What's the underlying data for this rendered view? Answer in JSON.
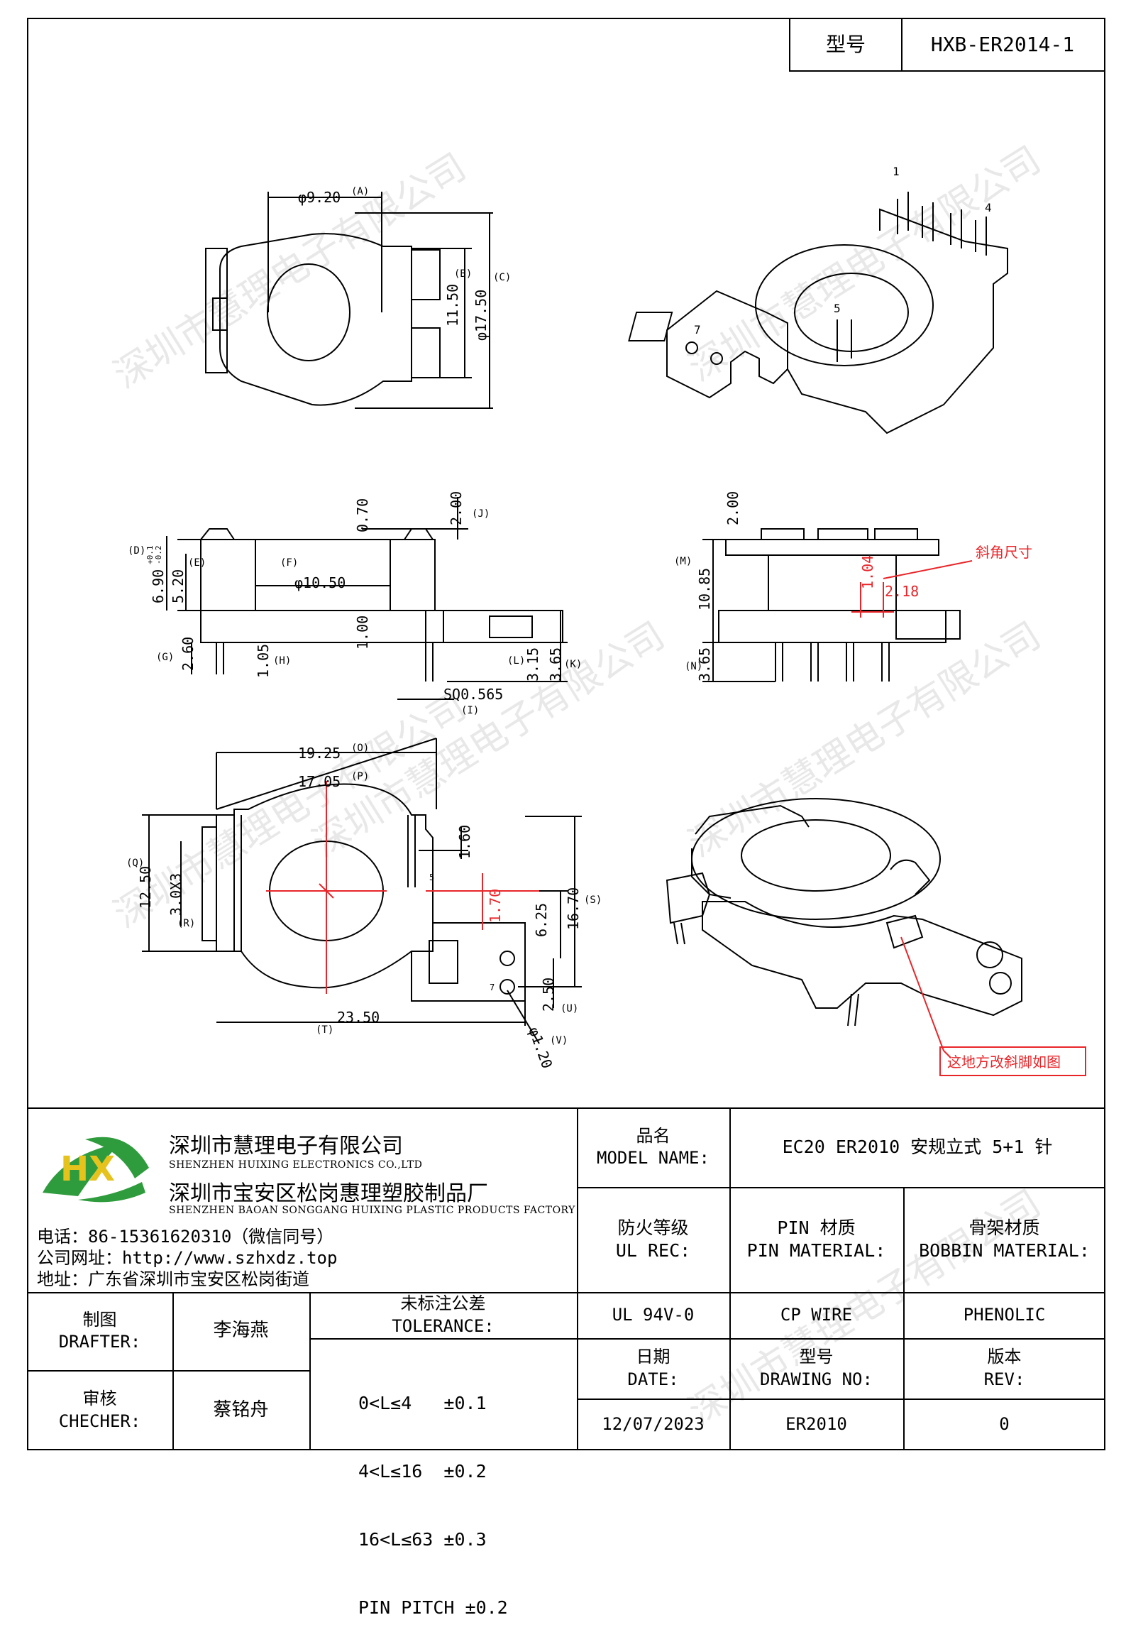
{
  "model_box": {
    "label": "型号",
    "value": "HXB-ER2014-1"
  },
  "drawing": {
    "top_view": {
      "d_a": "φ9.20",
      "tag_a": "(A)",
      "d_b": "11.50",
      "tag_b": "(B)",
      "d_c": "φ17.50",
      "tag_c": "(C)"
    },
    "side_view": {
      "d_d": "6.90",
      "tol_d_up": "+0.1",
      "tol_d_dn": "-0.2",
      "tag_d": "(D)",
      "d_e": "5.20",
      "tag_e": "(E)",
      "tag_f": "(F)",
      "d_f": "φ10.50",
      "d_g": "2.60",
      "tag_g": "(G)",
      "d_h": "1.05",
      "tag_h": "(H)",
      "d_i": "SQ0.565",
      "tag_i": "(I)",
      "d_070": "0.70",
      "d_100": "1.00",
      "d_j": "2.00",
      "tag_j": "(J)",
      "d_l": "3.15",
      "tag_l": "(L)",
      "d_k": "3.65",
      "tag_k": "(K)"
    },
    "front_view": {
      "d_m": "10.85",
      "tag_m": "(M)",
      "d_200": "2.00",
      "d_n": "3.65",
      "tag_n": "(N)",
      "d_104": "1.04",
      "d_218": "2.18",
      "chamfer_note": "斜角尺寸"
    },
    "bottom_view": {
      "d_o": "19.25",
      "tag_o": "(O)",
      "d_p": "17.05",
      "tag_p": "(P)",
      "d_q": "12.50",
      "tag_q": "(Q)",
      "d_r": "3.0X3",
      "tag_r": "(R)",
      "d_160": "1.60",
      "d_170": "1.70",
      "d_625": "6.25",
      "d_s": "16.70",
      "tag_s": "(S)",
      "d_t": "23.50",
      "tag_t": "(T)",
      "d_u": "2.50",
      "tag_u": "(U)",
      "d_v": "φ1.20",
      "tag_v": "(V)",
      "pin5": "5",
      "pin7": "7"
    },
    "iso_top": {
      "pin1": "1",
      "pin4": "4",
      "pin5": "5",
      "pin7": "7"
    },
    "iso_bottom": {
      "note": "这地方改斜脚如图"
    }
  },
  "company": {
    "name_cn": "深圳市慧理电子有限公司",
    "name_en": "SHENZHEN HUIXING ELECTRONICS CO.,LTD",
    "factory_cn": "深圳市宝安区松岗惠理塑胶制品厂",
    "factory_en": "SHENZHEN BAOAN SONGGANG HUIXING PLASTIC PRODUCTS FACTORY",
    "phone": "电话：86-15361620310（微信同号）",
    "website": "公司网址：http://www.szhxdz.top",
    "address": "地址：广东省深圳市宝安区松岗街道",
    "logo_text": "HX"
  },
  "title_block": {
    "product_name_label_cn": "品名",
    "product_name_label_en": "MODEL NAME:",
    "product_name_value": "EC20 ER2010 安规立式 5+1 针",
    "fire_label_cn": "防火等级",
    "fire_label_en": "UL REC:",
    "pin_label_cn": "PIN 材质",
    "pin_label_en": "PIN MATERIAL:",
    "bobbin_label_cn": "骨架材质",
    "bobbin_label_en": "BOBBIN MATERIAL:",
    "fire_value": "UL 94V-0",
    "pin_value": "CP WIRE",
    "bobbin_value": "PHENOLIC",
    "drafter_cn": "制图",
    "drafter_en": "DRAFTER:",
    "drafter_name": "李海燕",
    "checker_cn": "审核",
    "checker_en": "CHECHER:",
    "checker_name": "蔡铭舟",
    "tolerance_cn": "未标注公差",
    "tolerance_en": "TOLERANCE:",
    "tolerance_lines": [
      "0<L≤4   ±0.1",
      "4<L≤16  ±0.2",
      "16<L≤63 ±0.3",
      "PIN PITCH ±0.2"
    ],
    "date_cn": "日期",
    "date_en": "DATE:",
    "date_value": "12/07/2023",
    "drawing_no_cn": "型号",
    "drawing_no_en": "DRAWING NO:",
    "drawing_no_value": "ER2010",
    "rev_cn": "版本",
    "rev_en": "REV:",
    "rev_value": "0"
  },
  "watermark": "深圳市慧理电子有限公司",
  "colors": {
    "dim_red": "#e8262a",
    "logo_green": "#2e9b3c",
    "logo_yellow": "#e6c21d"
  }
}
